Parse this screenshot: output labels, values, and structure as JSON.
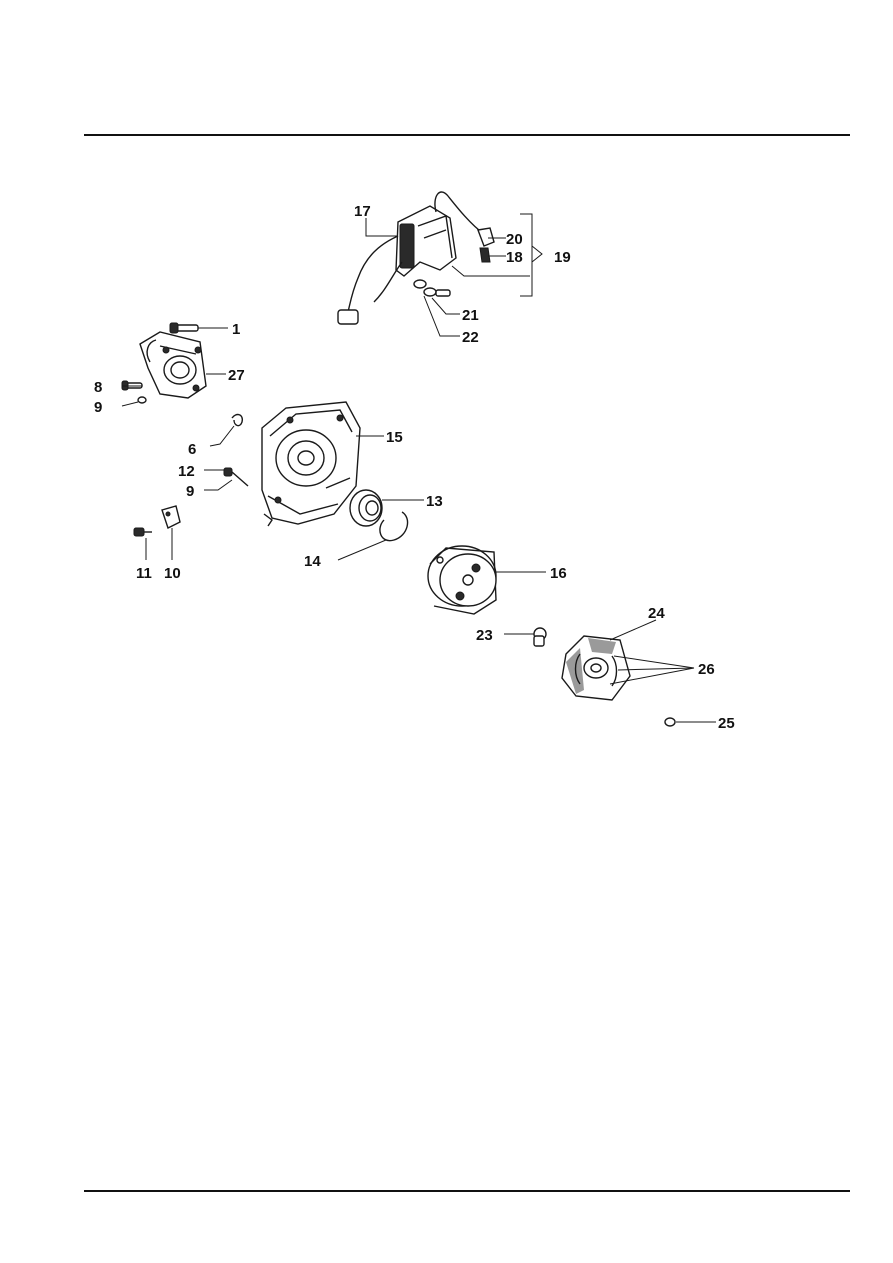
{
  "diagram": {
    "callouts": {
      "c1": "1",
      "c6": "6",
      "c8": "8",
      "c9a": "9",
      "c9b": "9",
      "c10": "10",
      "c11": "11",
      "c12": "12",
      "c13": "13",
      "c14": "14",
      "c15": "15",
      "c16": "16",
      "c17": "17",
      "c18": "18",
      "c19": "19",
      "c20": "20",
      "c21": "21",
      "c22": "22",
      "c23": "23",
      "c24": "24",
      "c25": "25",
      "c26": "26",
      "c27": "27"
    }
  }
}
